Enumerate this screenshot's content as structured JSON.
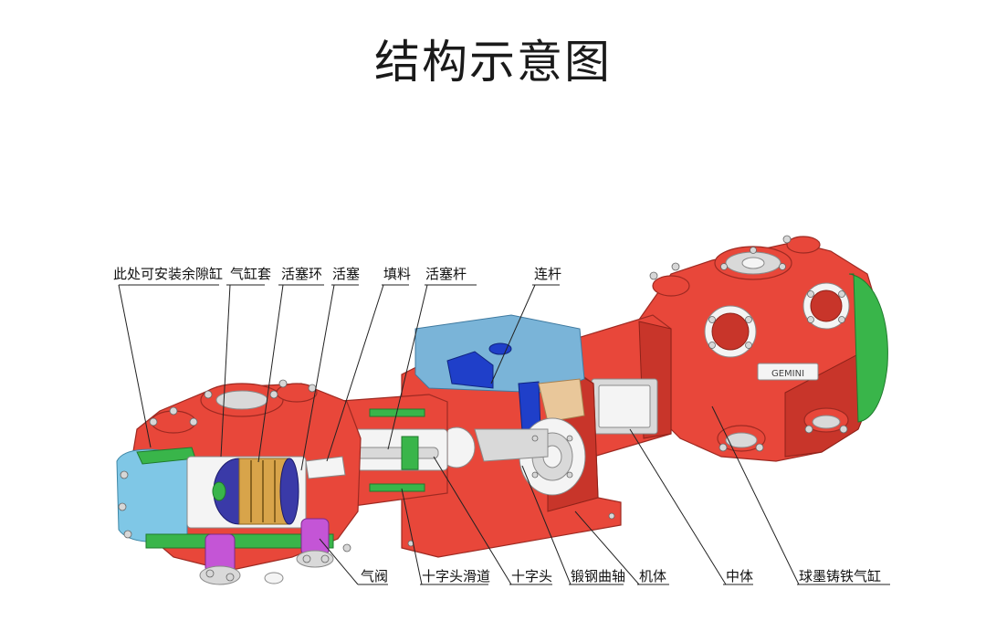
{
  "title": "结构示意图",
  "labels": {
    "clearance_cylinder": "此处可安装余隙缸",
    "cylinder_liner": "气缸套",
    "piston_ring": "活塞环",
    "piston": "活塞",
    "packing": "填料",
    "piston_rod": "活塞杆",
    "connecting_rod": "连杆",
    "valve": "气阀",
    "crosshead_slide": "十字头滑道",
    "crosshead": "十字头",
    "forged_crankshaft": "锻钢曲轴",
    "frame": "机体",
    "distance_piece": "中体",
    "ductile_iron_cylinder": "球墨铸铁气缸"
  },
  "nameplate": "GEMINI",
  "colors": {
    "cylinder": "#e8473a",
    "seal": "#39b54a",
    "cover": "#7fc7e6",
    "frame_top": "#7ab4d8",
    "crank_web": "#1f3fc9",
    "valve": "#c455d6",
    "piston": "#3a3aa8"
  }
}
